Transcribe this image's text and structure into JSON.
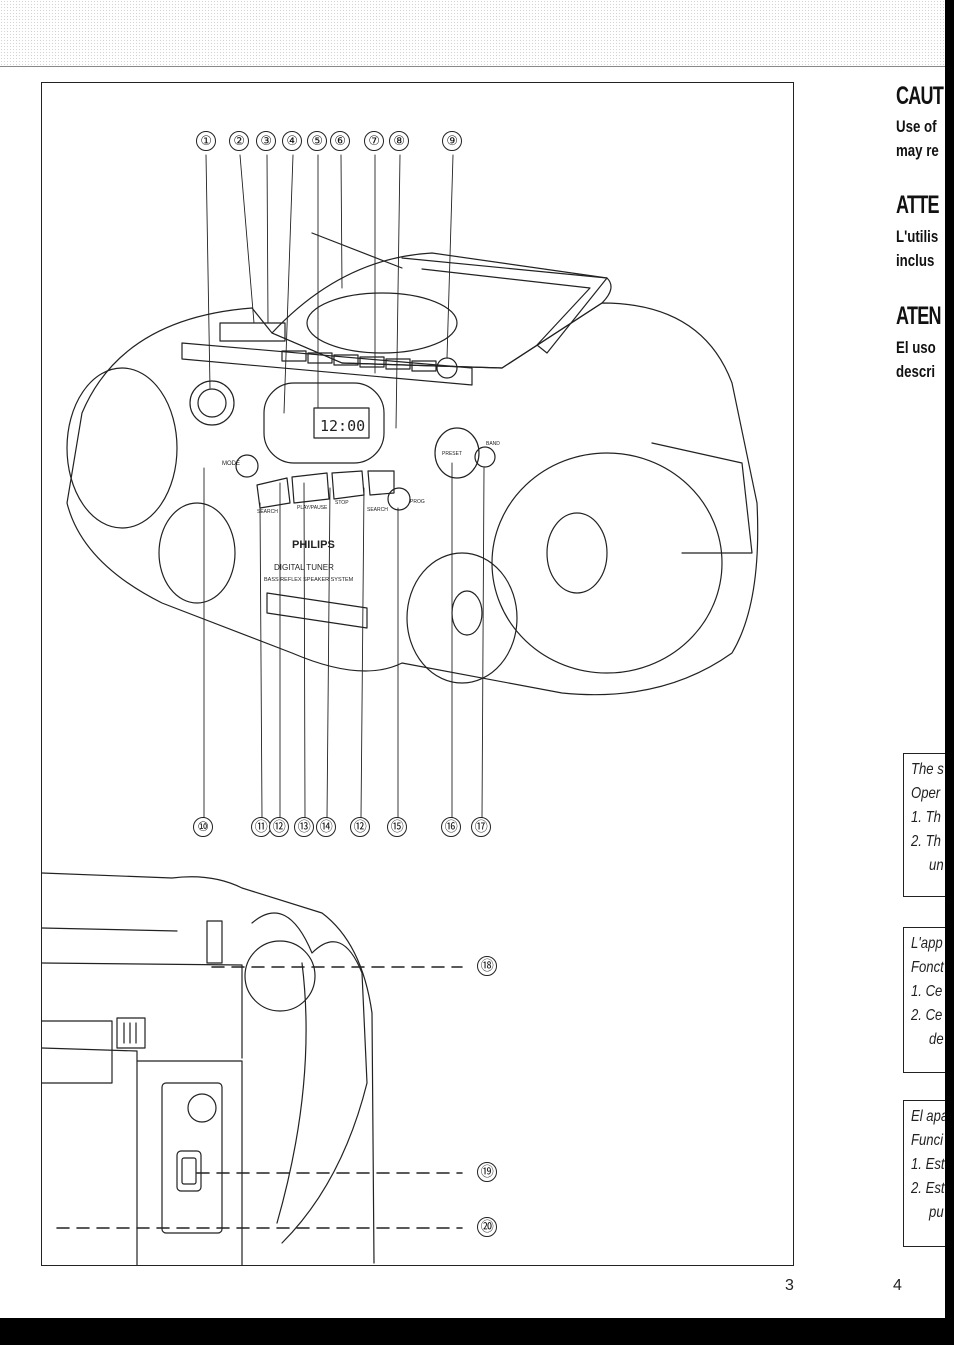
{
  "page": {
    "left_page_number": "3",
    "right_page_number": "4"
  },
  "illustration": {
    "brand_label": "PHILIPS",
    "tuner_label": "DIGITAL TUNER",
    "system_label": "BASS REFLEX SPEAKER SYSTEM",
    "display_time": "12:00",
    "mode_label": "MODE",
    "prog_label": "PROG",
    "band_label": "BAND",
    "preset_label": "PRESET",
    "play_pause_label": "PLAY/PAUSE",
    "stop_label": "STOP",
    "search_label_left": "SEARCH",
    "search_label_right": "SEARCH",
    "top_callouts": [
      "①",
      "②",
      "③",
      "④",
      "⑤",
      "⑥",
      "⑦",
      "⑧",
      "⑨"
    ],
    "bottom_callouts": [
      "⑩",
      "⑪",
      "⑫",
      "⑬",
      "⑭",
      "⑫",
      "⑮",
      "⑯",
      "⑰"
    ],
    "side_callouts": [
      "⑱",
      "⑲",
      "⑳"
    ]
  },
  "warnings": [
    {
      "title": "CAUT",
      "lines": [
        "Use of",
        "may re"
      ]
    },
    {
      "title": "ATTE",
      "lines": [
        "L'utilis",
        "inclus"
      ]
    },
    {
      "title": "ATEN",
      "lines": [
        "El uso",
        "descri"
      ]
    }
  ],
  "notes": [
    {
      "lines": [
        "The s",
        "Oper",
        "1. Th",
        "2. Th",
        "un"
      ]
    },
    {
      "lines": [
        "L'app",
        "Fonct",
        "1. Ce",
        "2. Ce",
        "de"
      ]
    },
    {
      "lines": [
        "El apa",
        "Funci",
        "1. Est",
        "2. Est",
        "pu"
      ]
    }
  ]
}
